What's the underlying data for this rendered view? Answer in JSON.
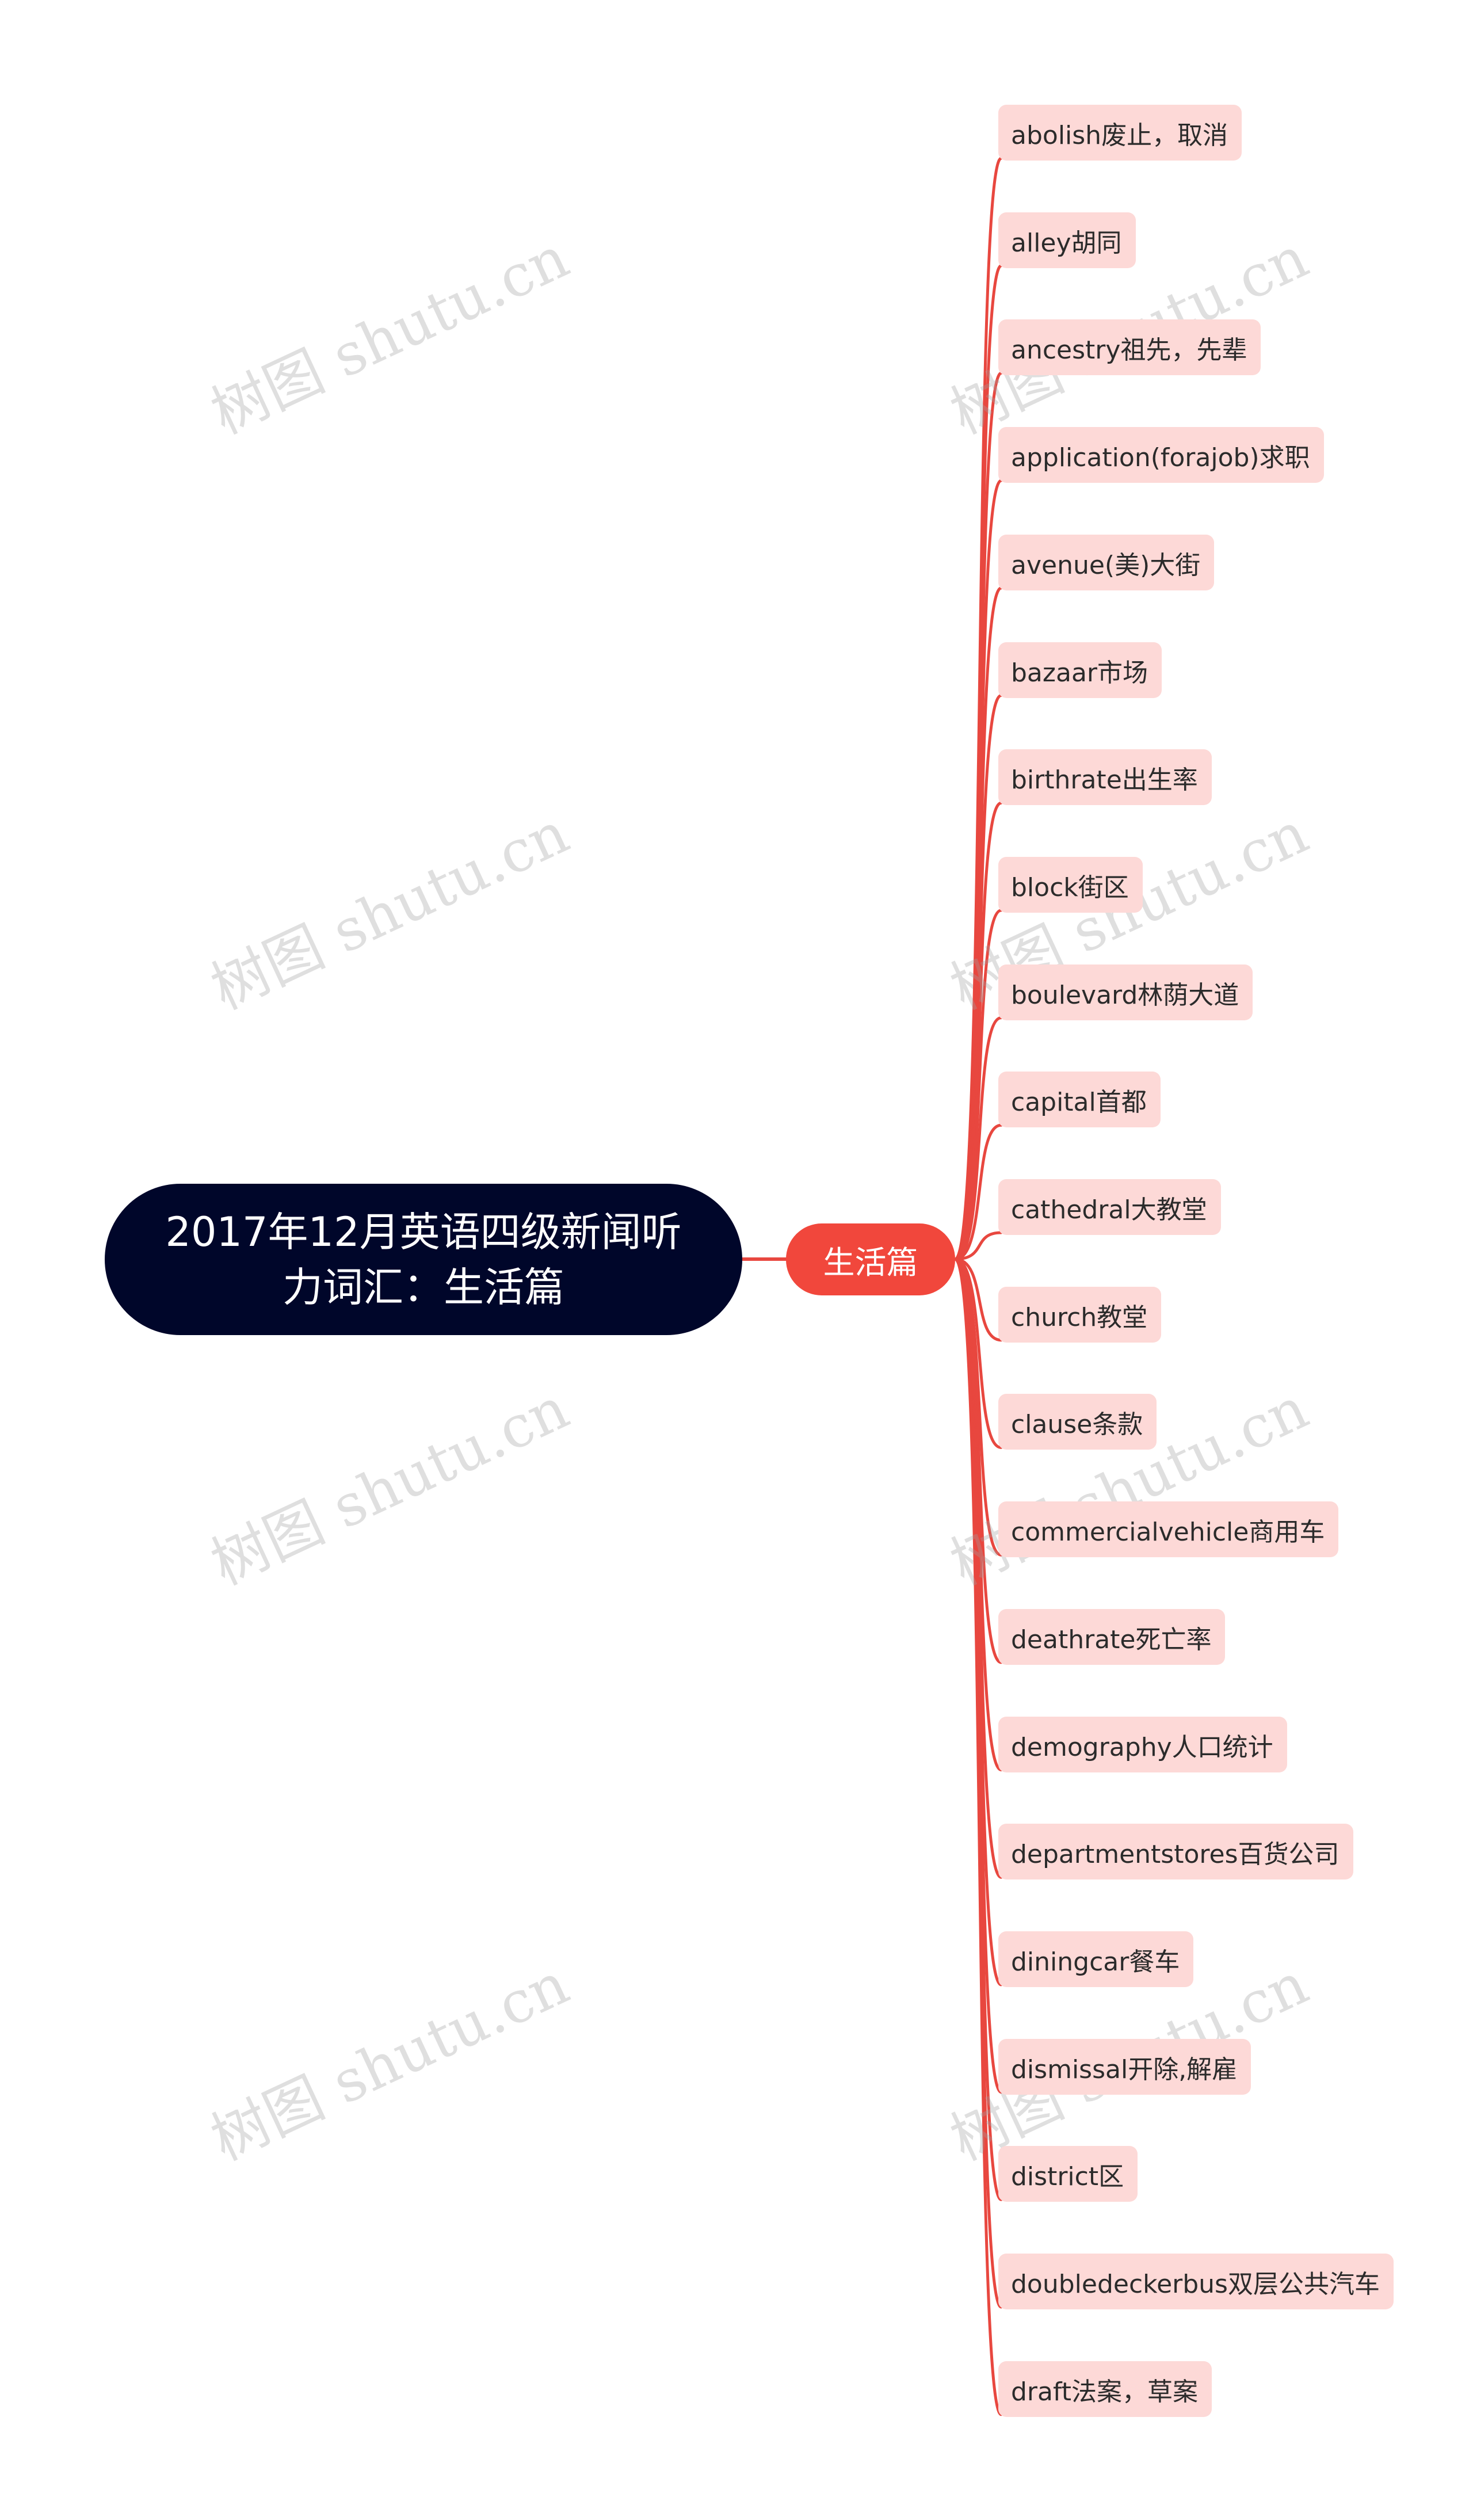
{
  "root": {
    "title": "2017年12月英语四级新闻听力词汇：生活篇"
  },
  "branch": {
    "label": "生活篇"
  },
  "leaves": [
    "abolish废止，取消",
    "alley胡同",
    "ancestry祖先，先辈",
    "application(forajob)求职",
    "avenue(美)大街",
    "bazaar市场",
    "birthrate出生率",
    "block街区",
    "boulevard林荫大道",
    "capital首都",
    "cathedral大教堂",
    "church教堂",
    "clause条款",
    "commercialvehicle商用车",
    "deathrate死亡率",
    "demography人口统计",
    "departmentstores百货公司",
    "diningcar餐车",
    "dismissal开除,解雇",
    "district区",
    "doubledeckerbus双层公共汽车",
    "draft法案，草案"
  ],
  "watermark": "树图 shutu.cn",
  "colors": {
    "root_bg": "#00062a",
    "branch_bg": "#f1473c",
    "leaf_bg": "#fdd9d7",
    "edge": "#e8473f"
  }
}
